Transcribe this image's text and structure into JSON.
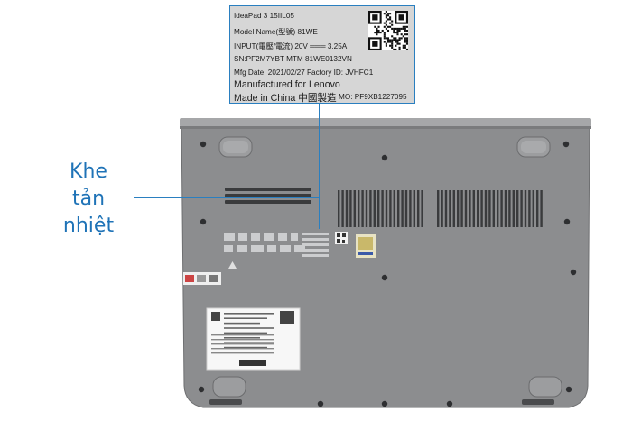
{
  "callout": {
    "lines": [
      "Khe",
      "tản",
      "nhiệt"
    ]
  },
  "spec_label": {
    "model_line": "IdeaPad 3 15IIL05",
    "model_name": "Model Name(型號) 81WE",
    "input": "INPUT(電壓/電流) 20V  ═══  3.25A",
    "sn_mtm": "SN:PF2M7YBT    MTM 81WE0132VN",
    "mfg": "Mfg Date: 2021/02/27  Factory ID: JVHFC1",
    "manufactured": "Manufactured for Lenovo",
    "made_in": "Made in China  中國製造",
    "mo": "MO: PF9XB1227095"
  },
  "colors": {
    "accent": "#1f73b7",
    "laptop_body": "#8c8d8f",
    "laptop_edge": "#a6a7a9",
    "label_bg": "#d6d6d6"
  }
}
